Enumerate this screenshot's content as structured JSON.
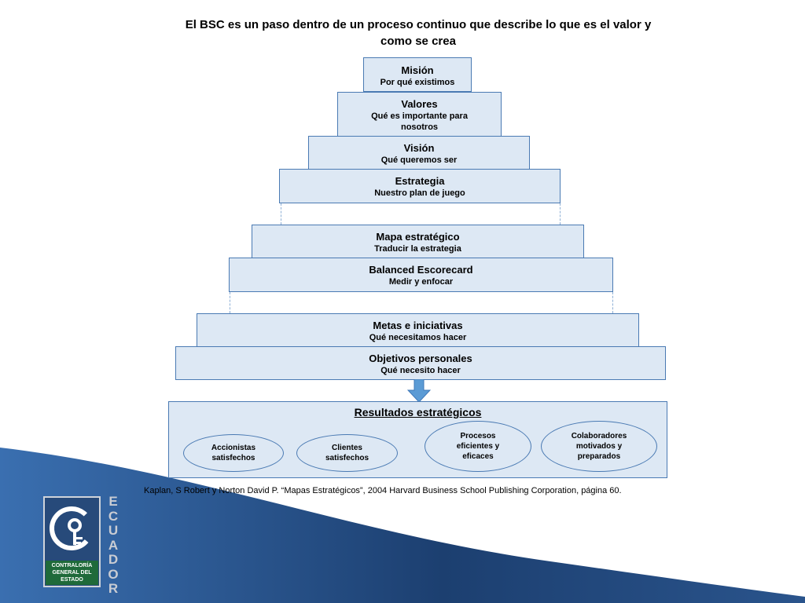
{
  "title": "El BSC es un paso dentro de un proceso continuo que describe lo que es el valor y como se crea",
  "pyramid": [
    {
      "heading": "Misión",
      "sub": "Por qué existimos"
    },
    {
      "heading": "Valores",
      "sub": "Qué es importante para nosotros"
    },
    {
      "heading": "Visión",
      "sub": "Qué queremos ser"
    },
    {
      "heading": "Estrategia",
      "sub": "Nuestro plan de juego"
    },
    {
      "heading": "Mapa estratégico",
      "sub": "Traducir la estrategia"
    },
    {
      "heading": "Balanced Escorecard",
      "sub": "Medir y enfocar"
    },
    {
      "heading": "Metas e iniciativas",
      "sub": "Qué necesitamos hacer"
    },
    {
      "heading": "Objetivos personales",
      "sub": "Qué necesito hacer"
    }
  ],
  "results": {
    "title": "Resultados estratégicos",
    "items": [
      "Accionistas\nsatisfechos",
      "Clientes\nsatisfechos",
      "Procesos\neficientes y\neficaces",
      "Colaboradores\nmotivados y\npreparados"
    ]
  },
  "citation": "Kaplan, S Robert y Norton David P. “Mapas Estratégicos”, 2004 Harvard Business School Publishing Corporation, página 60.",
  "logo": {
    "text": "CONTRALORÍA GENERAL DEL ESTADO",
    "side_text": "ECUADOR"
  },
  "colors": {
    "box_fill": "#dde8f4",
    "box_border": "#4a7ab3",
    "arrow": "#5b9bd5",
    "wave": "#1f4e8a",
    "logo_green": "#1f6a3a"
  }
}
